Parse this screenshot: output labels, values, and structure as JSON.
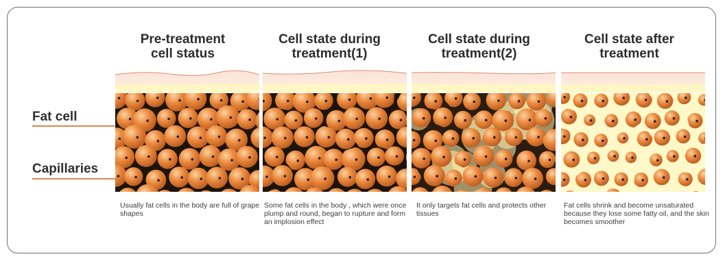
{
  "side_labels": {
    "fat_cell": "Fat cell",
    "capillaries": "Capillaries"
  },
  "panels": [
    {
      "title_line1": "Pre-treatment",
      "title_line2": "cell status",
      "description": "Usually fat cells in the body are full of grape shapes",
      "background": "dark",
      "state": "intact"
    },
    {
      "title_line1": "Cell state during",
      "title_line2": "treatment(1)",
      "description": "Some fat cells in the body , which were once plump and round, began to rupture and form an implosion effect",
      "background": "dark",
      "state": "rupturing"
    },
    {
      "title_line1": "Cell state during",
      "title_line2": "treatment(2)",
      "description": "It only targets fat cells and protects other tissues",
      "background": "mixed",
      "state": "targeted"
    },
    {
      "title_line1": "Cell state after",
      "title_line2": "treatment",
      "description": "Fat cells shrink and become unsaturated  because  they lose some fatty oil, and the skin becomes smoother",
      "background": "light",
      "state": "shrunken"
    }
  ],
  "colors": {
    "fat_cell": "#ec8a3e",
    "fat_cell_highlight": "#fbd2a0",
    "fat_cell_shadow": "#b5561c",
    "skin_top": "#fbe3da",
    "skin_bottom": "#fff6c5",
    "dark_background": "#1c140c",
    "light_background": "#fff8c8",
    "capillary_line": "#d9864e",
    "nucleus": "#1f1f3a"
  }
}
